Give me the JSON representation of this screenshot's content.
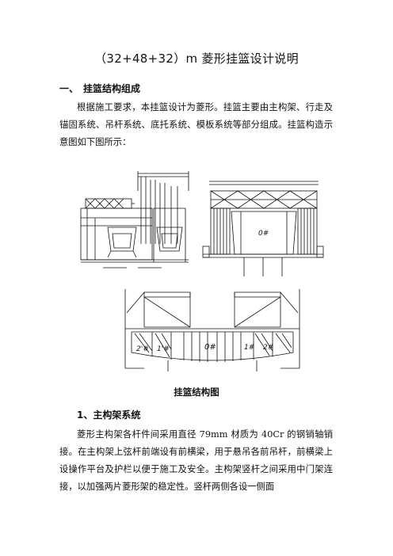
{
  "title": "（32+48+32）m 菱形挂篮设计说明",
  "section1": {
    "number": "一、",
    "heading": "挂篮结构组成"
  },
  "intro_paragraph": "根据施工要求，本挂篮设计为菱形。挂篮主要由主构架、行走及锚固系统、吊杆系统、底托系统、模板系统等部分组成。挂篮构造示意图如下图所示：",
  "figure": {
    "caption": "挂篮结构图",
    "labels": {
      "seg0_right": "0#",
      "seg0_bottom": "0#",
      "seg1_left": "1'#",
      "seg2_left": "2'#",
      "seg1_right": "1#",
      "seg2_right": "2#"
    }
  },
  "section1_1": {
    "heading": "1、主构架系统"
  },
  "main_frame_paragraph": "菱形主构架各杆件间采用直径 79mm 材质为 40Cr 的钢销轴销接。在主构架上弦杆前端设有前横梁，用于悬吊各前吊杆，前横梁上设操作平台及护栏以便于施工及安全。主构架竖杆之间采用中门架连接，以加强两片菱形架的稳定性。竖杆两侧各设一侧面"
}
